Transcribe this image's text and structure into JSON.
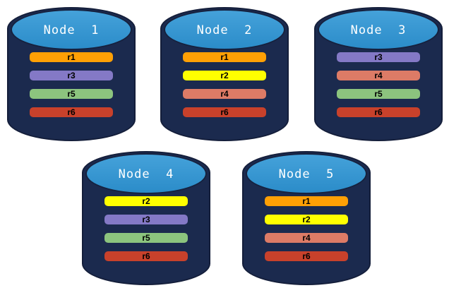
{
  "background": "#FFFFFF",
  "palette": {
    "cylinder_body": "#1B2A4E",
    "cylinder_outline": "#141E3A",
    "cylinder_top": "#2F93D2",
    "cylinder_top_border": "#16213E",
    "title_text": "#FFFFFF",
    "bar_text": "#000000",
    "replicas": {
      "r1": "#FFA005",
      "r2": "#FFFF00",
      "r3": "#8479C6",
      "r4": "#DD7B66",
      "r5": "#8CC47E",
      "r6": "#C8412B"
    }
  },
  "nodes": [
    {
      "id": "node-1",
      "title": "Node  1",
      "replicas": [
        "r1",
        "r3",
        "r5",
        "r6"
      ]
    },
    {
      "id": "node-2",
      "title": "Node  2",
      "replicas": [
        "r1",
        "r2",
        "r4",
        "r6"
      ]
    },
    {
      "id": "node-3",
      "title": "Node  3",
      "replicas": [
        "r3",
        "r4",
        "r5",
        "r6"
      ]
    },
    {
      "id": "node-4",
      "title": "Node  4",
      "replicas": [
        "r2",
        "r3",
        "r5",
        "r6"
      ]
    },
    {
      "id": "node-5",
      "title": "Node  5",
      "replicas": [
        "r1",
        "r2",
        "r4",
        "r6"
      ]
    }
  ]
}
